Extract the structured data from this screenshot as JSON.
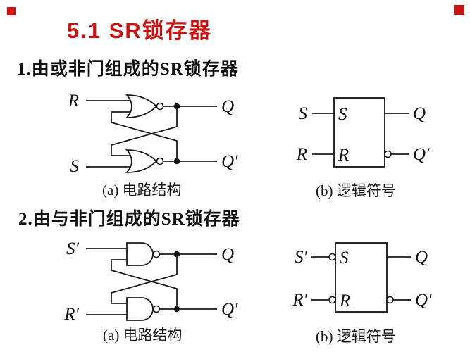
{
  "slide": {
    "title": "5.1 SR锁存器",
    "title_color": "#c41414",
    "corner_mark_color": "#cc1111",
    "background": "#ffffff"
  },
  "section1": {
    "heading": "1.由或非门组成的SR锁存器",
    "circuit": {
      "gate_type": "NOR",
      "caption": "(a) 电路结构",
      "labels": {
        "in_top": "R",
        "in_bottom": "S",
        "out_top": "Q",
        "out_bottom": "Q′"
      }
    },
    "symbol": {
      "caption": "(b) 逻辑符号",
      "labels": {
        "in_top": "S",
        "in_bottom": "R",
        "pin_top": "S",
        "pin_bottom": "R",
        "out_top": "Q",
        "out_bottom": "Q′"
      }
    }
  },
  "section2": {
    "heading": "2.由与非门组成的SR锁存器",
    "circuit": {
      "gate_type": "NAND",
      "caption": "(a) 电路结构",
      "labels": {
        "in_top": "S′",
        "in_bottom": "R′",
        "out_top": "Q",
        "out_bottom": "Q′"
      }
    },
    "symbol": {
      "caption": "(b) 逻辑符号",
      "labels": {
        "in_top": "S′",
        "in_bottom": "R′",
        "pin_top": "S",
        "pin_bottom": "R",
        "out_top": "Q",
        "out_bottom": "Q′"
      }
    }
  }
}
